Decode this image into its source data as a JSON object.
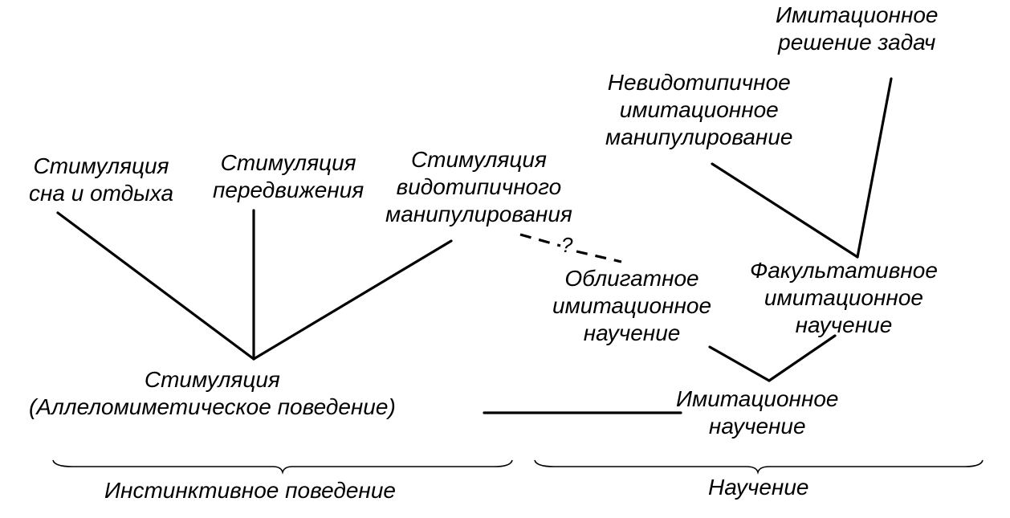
{
  "nodes": {
    "imitation_problem_solving": [
      "Имитационное",
      "решение задач"
    ],
    "nonspecies_manipulation": [
      "Невидотипичное",
      "имитационное",
      "манипулирование"
    ],
    "stim_sleep": [
      "Стимуляция",
      "сна и отдыха"
    ],
    "stim_locomotion": [
      "Стимуляция",
      "передвижения"
    ],
    "stim_species_manipulation": [
      "Стимуляция",
      "видотипичного",
      "манипулирования"
    ],
    "obligate_learning": [
      "Облигатное",
      "имитационное",
      "научение"
    ],
    "facultative_learning": [
      "Факультативное",
      "имитационное",
      "научение"
    ],
    "stimulation_allelomimetic": [
      "Стимуляция",
      "(Аллеломиметическое поведение)"
    ],
    "imitation_learning": [
      "Имитационное",
      "научение"
    ]
  },
  "uncertain_link_label": "?",
  "groups": {
    "instinctive": "Инстинктивное поведение",
    "learning": "Научение"
  }
}
